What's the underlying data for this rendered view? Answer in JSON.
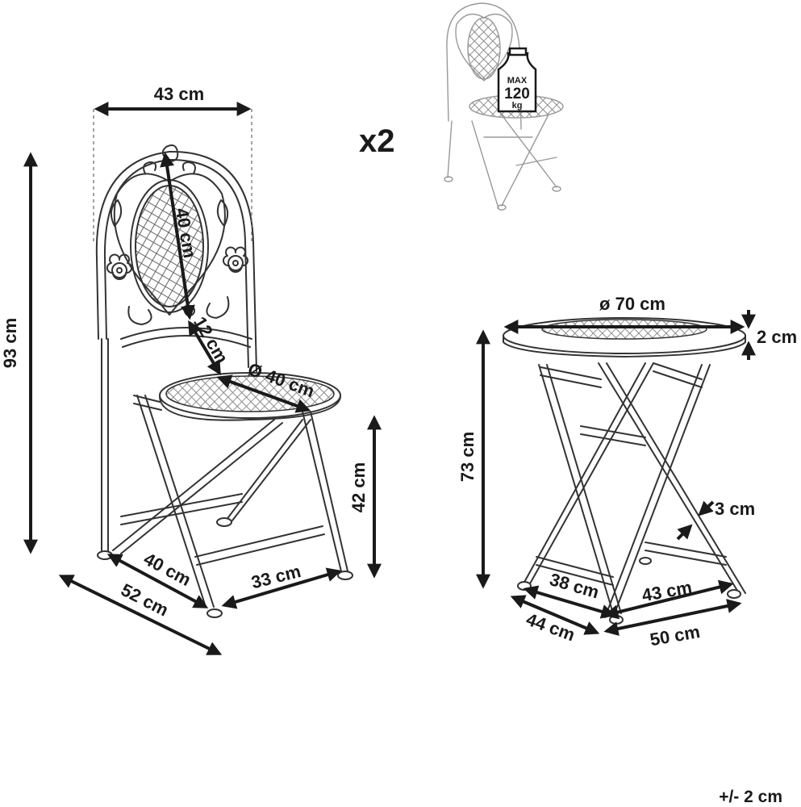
{
  "quantity": "x2",
  "tolerance": "+/- 2 cm",
  "weight_badge": {
    "line1": "MAX",
    "line2": "120",
    "line3": "kg"
  },
  "chair": {
    "width": "43 cm",
    "height": "93 cm",
    "backrest_height": "40 cm",
    "backrest_gap": "12 cm",
    "seat_diameter": "Ø 40 cm",
    "seat_height": "42 cm",
    "leg_depth": "40 cm",
    "depth": "52 cm",
    "leg_width": "33 cm"
  },
  "table": {
    "top_diameter": "ø 70 cm",
    "top_thickness": "2 cm",
    "height": "73 cm",
    "leg_thickness": "3 cm",
    "leg_depth": "38 cm",
    "depth": "44 cm",
    "leg_width": "43 cm",
    "width": "50 cm"
  },
  "colors": {
    "line": "#333333",
    "dimension": "#1a1a1a",
    "faded": "#999999"
  }
}
